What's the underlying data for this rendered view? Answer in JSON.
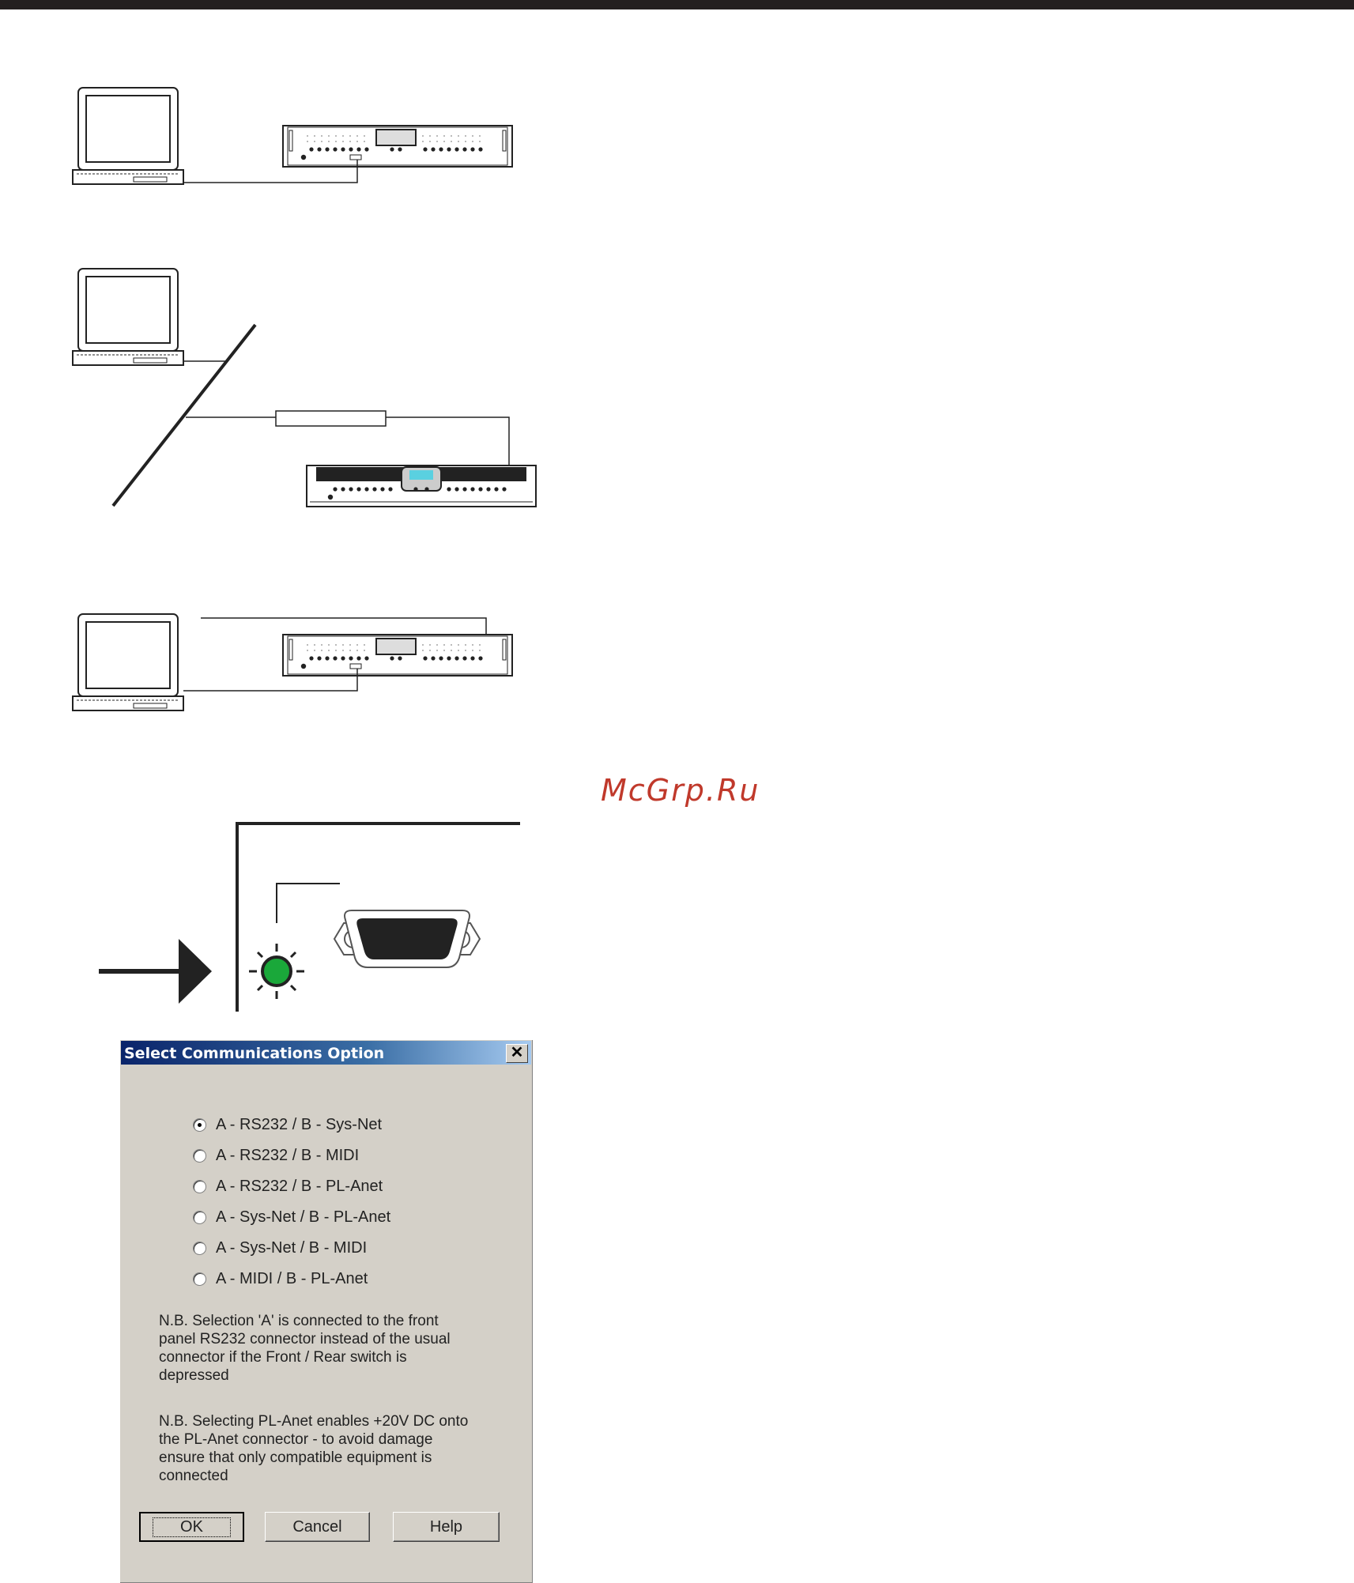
{
  "watermark": "McGrp.Ru",
  "dialog": {
    "title": "Select Communications Option",
    "close_label": "✕",
    "options": [
      {
        "label": "A - RS232 / B - Sys-Net",
        "checked": true
      },
      {
        "label": "A - RS232 / B - MIDI",
        "checked": false
      },
      {
        "label": "A - RS232 / B - PL-Anet",
        "checked": false
      },
      {
        "label": "A - Sys-Net / B - PL-Anet",
        "checked": false
      },
      {
        "label": "A - Sys-Net / B - MIDI",
        "checked": false
      },
      {
        "label": "A - MIDI / B - PL-Anet",
        "checked": false
      }
    ],
    "note1": "N.B. Selection 'A' is connected to the front panel RS232 connector instead of the usual connector if the Front / Rear switch is depressed",
    "note2": "N.B. Selecting PL-Anet enables +20V DC onto the PL-Anet connector - to avoid damage ensure that only compatible equipment is connected",
    "buttons": {
      "ok": "OK",
      "cancel": "Cancel",
      "help": "Help"
    }
  },
  "colors": {
    "led": "#1aa83a",
    "title_gradient_start": "#0a246a",
    "title_gradient_end": "#a6caf0",
    "dialog_bg": "#d4d0c8"
  }
}
